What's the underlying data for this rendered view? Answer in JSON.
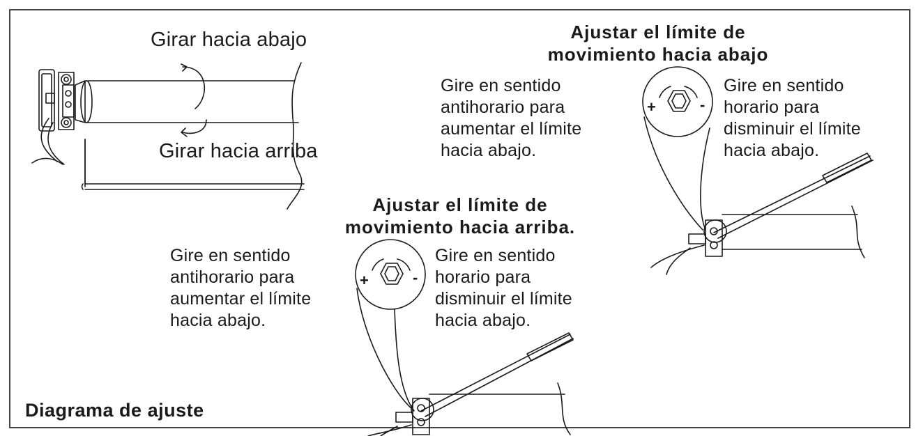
{
  "overview": {
    "rotate_down": "Girar hacia abajo",
    "rotate_up": "Girar hacia arriba"
  },
  "lower_limit": {
    "title": "Ajustar el límite de\nmovimiento hacia abajo",
    "left_text": "Gire en sentido\nantihorario para\naumentar el límite\nhacia abajo.",
    "right_text": "Gire en sentido\nhorario para\ndisminuir el límite\nhacia abajo.",
    "plus": "+",
    "minus": "-"
  },
  "upper_limit": {
    "title": "Ajustar el límite de\nmovimiento hacia arriba.",
    "left_text": "Gire en sentido\nantihorario para\naumentar el límite\nhacia abajo.",
    "right_text": "Gire en sentido\nhorario para\ndisminuir el límite\nhacia abajo.",
    "plus": "+",
    "minus": "-"
  },
  "footer_label": "Diagrama de ajuste",
  "colors": {
    "line": "#1a1a1a",
    "border": "#444444",
    "background": "#ffffff"
  }
}
